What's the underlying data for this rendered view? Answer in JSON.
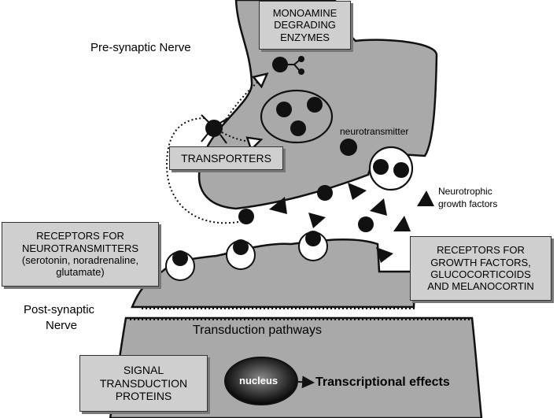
{
  "labels": {
    "presynaptic": "Pre-synaptic Nerve",
    "postsynaptic": [
      "Post-synaptic",
      "Nerve"
    ],
    "neurotransmitter": "neurotransmitter",
    "neurotrophic": [
      "Neurotrophic",
      "growth factors"
    ],
    "transduction": "Transduction pathways",
    "nucleus": "nucleus",
    "transcriptional": "Transcriptional effects"
  },
  "boxes": {
    "monoamine": [
      "MONOAMINE",
      "DEGRADING",
      "ENZYMES"
    ],
    "transporters": [
      "TRANSPORTERS"
    ],
    "receptors_nt": [
      "RECEPTORS FOR",
      "NEUROTRANSMITTERS",
      "(serotonin, noradrenaline,",
      "glutamate)"
    ],
    "receptors_gf": [
      "RECEPTORS FOR",
      "GROWTH FACTORS,",
      "GLUCOCORTICOIDS",
      "AND MELANOCORTIN"
    ],
    "signal": [
      "SIGNAL",
      "TRANSDUCTION",
      "PROTEINS"
    ]
  },
  "colors": {
    "neuron_fill": "#a9a9a9",
    "line": "#111111",
    "box_fill": "#cfcfcf",
    "molecule": "#111111"
  }
}
